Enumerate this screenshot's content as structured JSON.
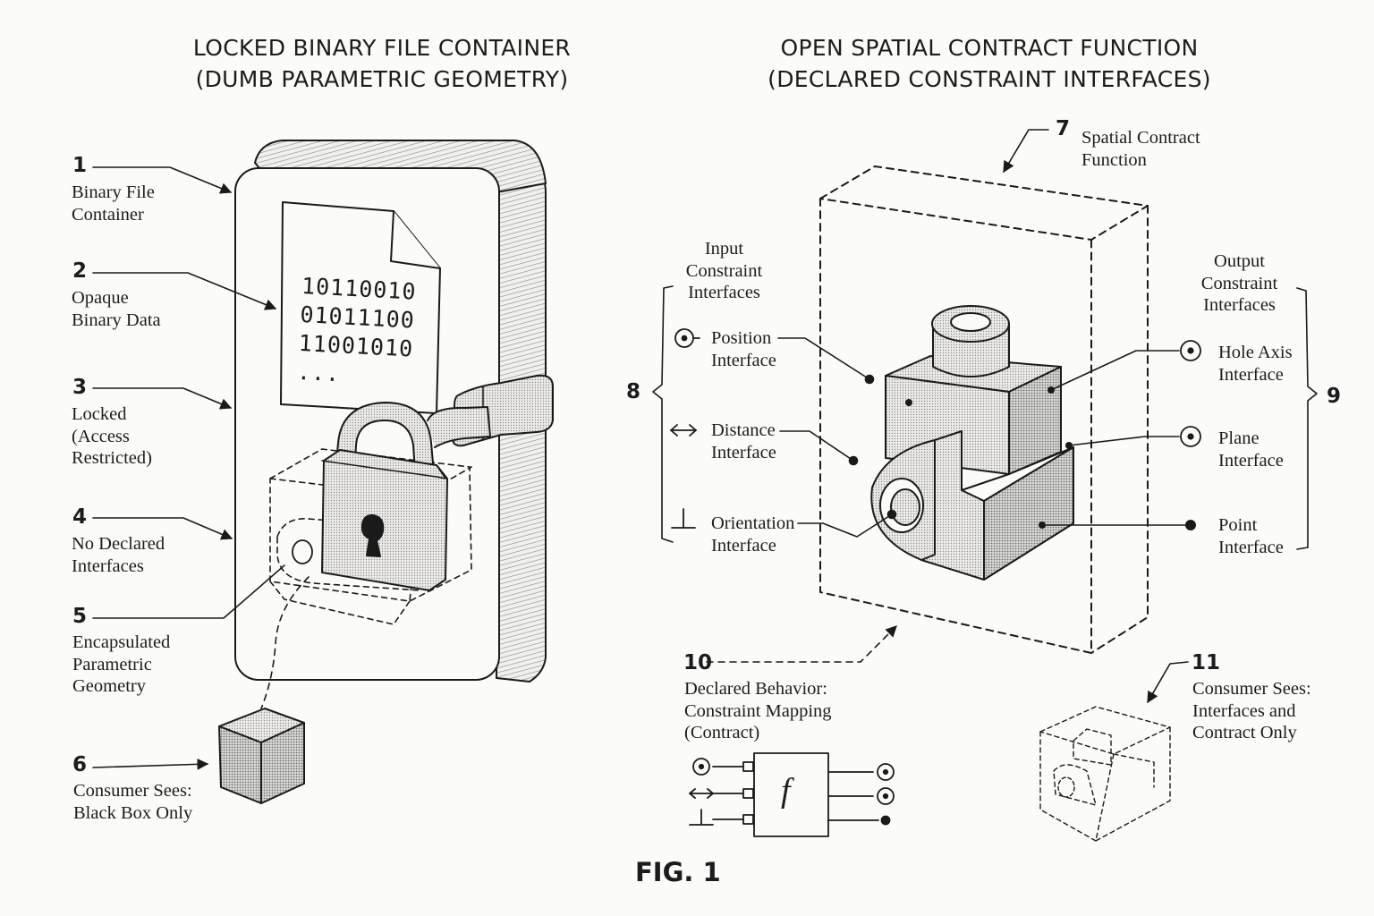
{
  "left_panel": {
    "title_lines": [
      "LOCKED BINARY FILE CONTAINER",
      "(DUMB PARAMETRIC GEOMETRY)"
    ],
    "binary_lines": [
      "10110010",
      "01011100",
      "11001010",
      "..."
    ],
    "callouts": [
      {
        "num": "1",
        "lines": [
          "Binary File",
          "Container"
        ]
      },
      {
        "num": "2",
        "lines": [
          "Opaque",
          "Binary Data"
        ]
      },
      {
        "num": "3",
        "lines": [
          "Locked",
          "(Access",
          "Restricted)"
        ]
      },
      {
        "num": "4",
        "lines": [
          "No Declared",
          "Interfaces"
        ]
      },
      {
        "num": "5",
        "lines": [
          "Encapsulated",
          "Parametric",
          "Geometry"
        ]
      },
      {
        "num": "6",
        "lines": [
          "Consumer Sees:",
          "Black Box Only"
        ]
      }
    ]
  },
  "right_panel": {
    "title_lines": [
      "OPEN SPATIAL CONTRACT FUNCTION",
      "(DECLARED CONSTRAINT INTERFACES)"
    ],
    "callouts": [
      {
        "num": "7",
        "lines": [
          "Spatial Contract",
          "Function"
        ]
      },
      {
        "num": "8",
        "lines": [
          "Input",
          "Constraint",
          "Interfaces"
        ]
      },
      {
        "num": "9",
        "lines": [
          "Output",
          "Constraint",
          "Interfaces"
        ]
      },
      {
        "num": "10",
        "lines": [
          "Declared Behavior:",
          "Constraint Mapping",
          "(Contract)"
        ]
      },
      {
        "num": "11",
        "lines": [
          "Consumer Sees:",
          "Interfaces and",
          "Contract Only"
        ]
      }
    ],
    "input_interfaces": [
      {
        "icon": "position-icon",
        "lines": [
          "Position",
          "Interface"
        ]
      },
      {
        "icon": "distance-icon",
        "lines": [
          "Distance",
          "Interface"
        ]
      },
      {
        "icon": "orientation-icon",
        "lines": [
          "Orientation",
          "Interface"
        ]
      }
    ],
    "output_interfaces": [
      {
        "icon": "hole-axis-icon",
        "lines": [
          "Hole Axis",
          "Interface"
        ]
      },
      {
        "icon": "plane-icon",
        "lines": [
          "Plane",
          "Interface"
        ]
      },
      {
        "icon": "point-icon",
        "lines": [
          "Point",
          "Interface"
        ]
      }
    ],
    "function_symbol": "f"
  },
  "figure_label": "FIG. 1"
}
